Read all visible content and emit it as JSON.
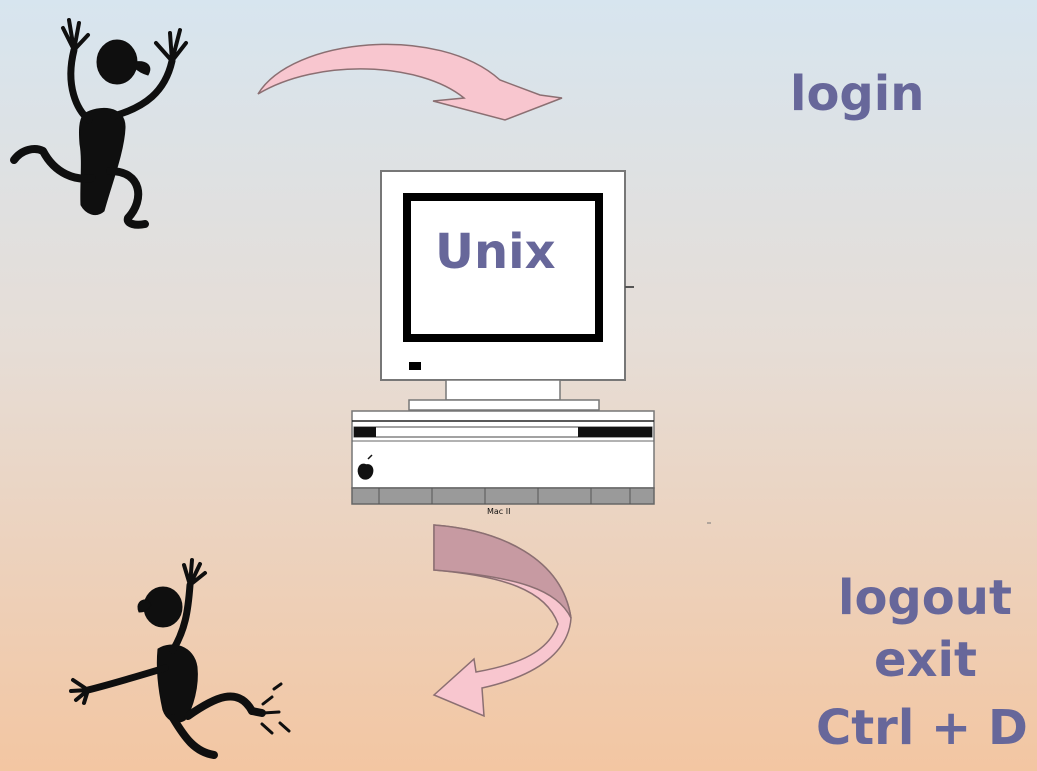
{
  "labels": {
    "login": "login",
    "logout": "logout",
    "exit": "exit",
    "ctrl_d": "Ctrl + D"
  },
  "screen": {
    "text": "Unix"
  },
  "computer": {
    "model": "Mac II"
  },
  "colors": {
    "label": "#67679a",
    "arrow_light": "#f8c6cf",
    "arrow_dark": "#c79aa2"
  },
  "icons": {
    "person_top": "dancing-stick-figure-icon",
    "person_bottom": "falling-stick-figure-icon",
    "computer": "desktop-computer-icon",
    "arrow_top": "curved-arrow-right-icon",
    "arrow_bottom": "curved-arrow-left-icon"
  }
}
